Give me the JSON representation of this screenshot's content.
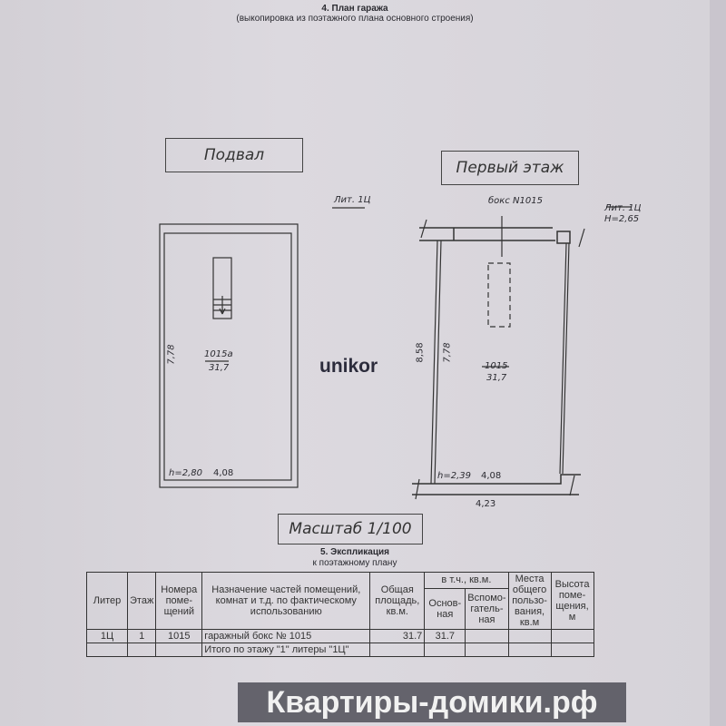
{
  "header": {
    "title": "4. План гаража",
    "subtitle": "(выкопировка из поэтажного плана основного строения)"
  },
  "basement": {
    "label": "Подвал",
    "lit": "Лит. 1Ц",
    "room": "1015а",
    "area": "31,7",
    "side": "7,78",
    "height": "h=2,80",
    "width": "4,08"
  },
  "first_floor": {
    "label": "Первый этаж",
    "box": "бокс N1015",
    "lit": "Лит. 1Ц",
    "lit_height": "H=2,65",
    "room": "1015",
    "area": "31,7",
    "outer_side": "8,58",
    "side": "7,78",
    "height": "h=2,39",
    "width": "4,08",
    "outer_width": "4,23"
  },
  "logo": "unikor",
  "scale": "Масштаб 1/100",
  "explication": {
    "title": "5. Экспликация",
    "subtitle": "к поэтажному плану",
    "headers": {
      "liter": "Литер",
      "floor": "Этаж",
      "room_no": "Номера поме-щений",
      "purpose": "Назначение частей помещений, комнат и т.д. по фактическому использованию",
      "total": "Общая площадь, кв.м.",
      "incl": "в т.ч., кв.м.",
      "main": "Основ-ная",
      "aux": "Вспомо-гатель-ная",
      "common": "Места общего пользо-вания, кв.м",
      "height": "Высота поме-щения, м"
    },
    "rows": [
      {
        "liter": "1Ц",
        "floor": "1",
        "room_no": "1015",
        "purpose": "гаражный бокс № 1015",
        "total": "31.7",
        "main": "31.7"
      }
    ],
    "partial_row": "Итого по этажу \"1\" литеры \"1Ц\""
  },
  "watermark": "Квартиры-домики.рф"
}
